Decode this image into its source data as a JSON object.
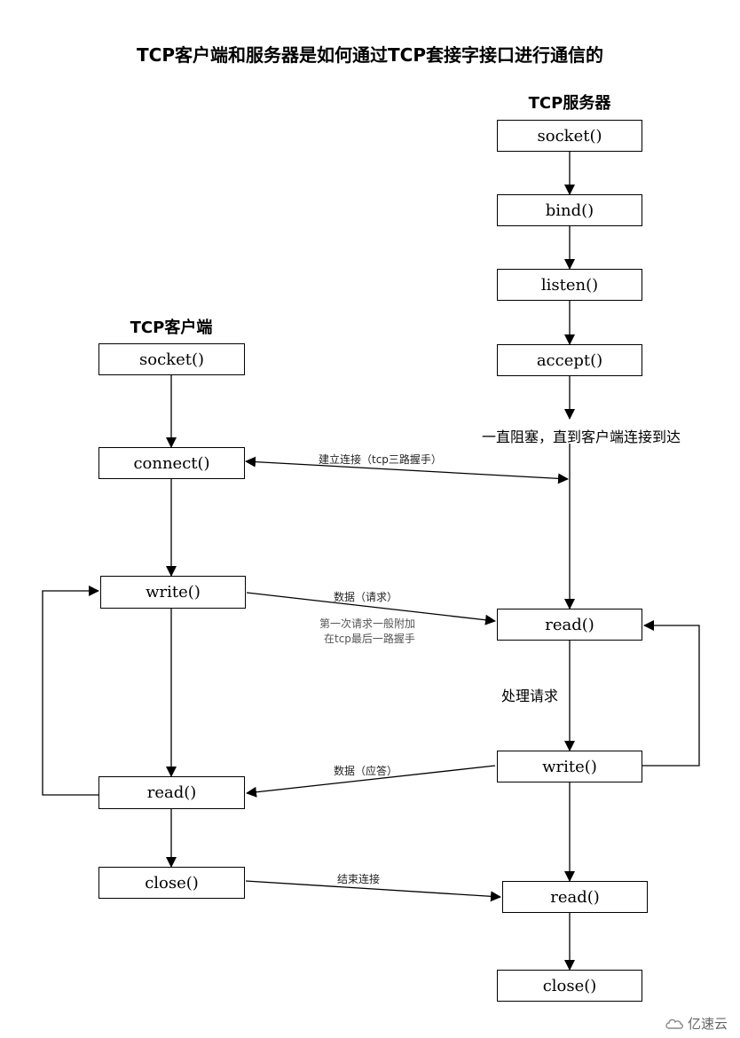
{
  "title": "TCP客户端和服务器是如何通过TCP套接字接口进行通信的",
  "server": {
    "heading": "TCP服务器",
    "socket": "socket()",
    "bind": "bind()",
    "listen": "listen()",
    "accept": "accept()",
    "blocking_note": "一直阻塞，直到客户端连接到达",
    "read1": "read()",
    "process_note": "处理请求",
    "write": "write()",
    "read2": "read()",
    "close": "close()"
  },
  "client": {
    "heading": "TCP客户端",
    "socket": "socket()",
    "connect": "connect()",
    "write": "write()",
    "read": "read()",
    "close": "close()"
  },
  "edges": {
    "connect_label": "建立连接（tcp三路握手）",
    "request_label": "数据（请求）",
    "request_note_1": "第一次请求一般附加",
    "request_note_2": "在tcp最后一路握手",
    "reply_label": "数据（应答）",
    "close_label": "结束连接"
  },
  "watermark": "亿速云"
}
